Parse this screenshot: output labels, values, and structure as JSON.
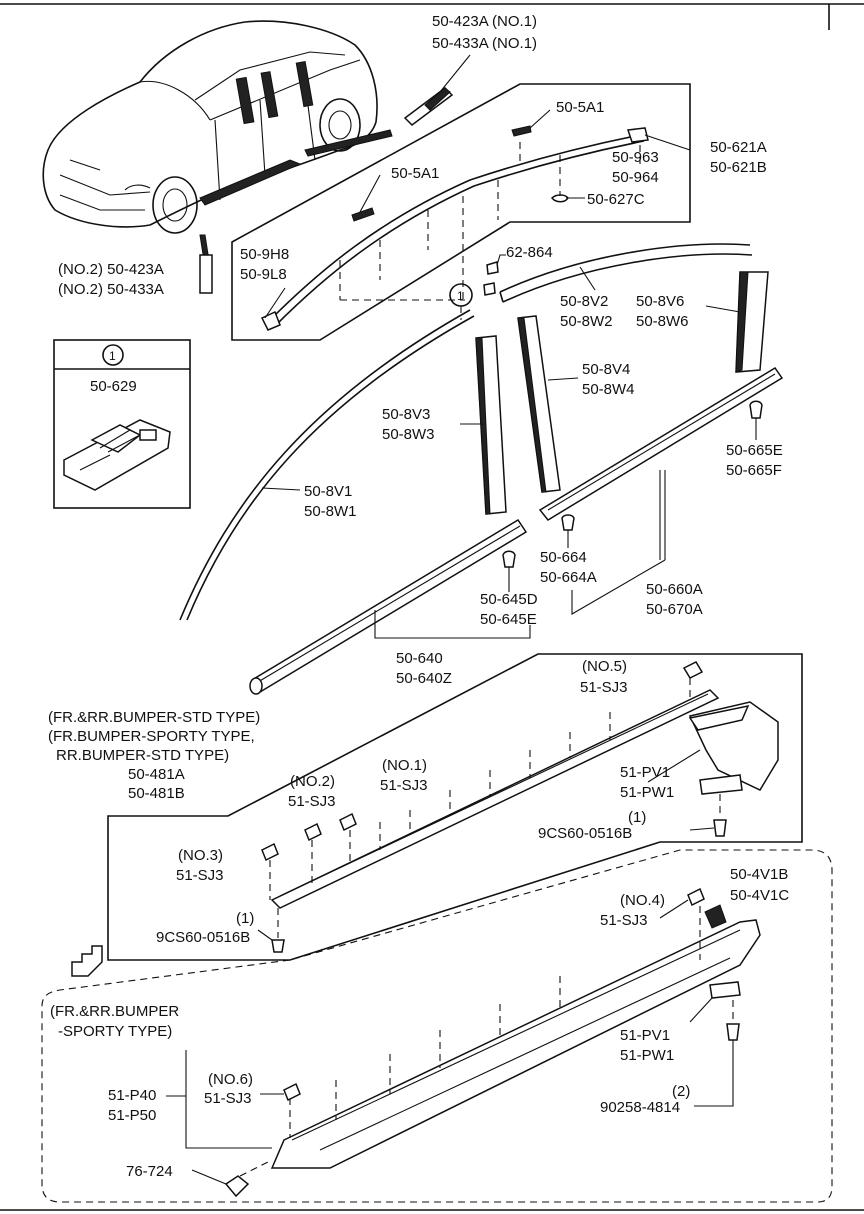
{
  "labels": {
    "p50_423A_433A_no1": [
      "50-423A (NO.1)",
      "50-433A (NO.1)"
    ],
    "p50_5A1_a": "50-5A1",
    "p50_5A1_b": "50-5A1",
    "p50_621": [
      "50-621A",
      "50-621B"
    ],
    "p50_963": [
      "50-963",
      "50-964"
    ],
    "p50_627C": "50-627C",
    "p50_9H8": [
      "50-9H8",
      "50-9L8"
    ],
    "p62_864": "62-864",
    "p50_423A_no2": [
      "(NO.2) 50-423A",
      "(NO.2) 50-433A"
    ],
    "circle1": "1",
    "inset_circle": "1",
    "inset_part": "50-629",
    "p50_8V2": [
      "50-8V2",
      "50-8W2"
    ],
    "p50_8V6": [
      "50-8V6",
      "50-8W6"
    ],
    "p50_8V4": [
      "50-8V4",
      "50-8W4"
    ],
    "p50_8V3": [
      "50-8V3",
      "50-8W3"
    ],
    "p50_665": [
      "50-665E",
      "50-665F"
    ],
    "p50_8V1": [
      "50-8V1",
      "50-8W1"
    ],
    "p50_664": [
      "50-664",
      "50-664A"
    ],
    "p50_660": [
      "50-660A",
      "50-670A"
    ],
    "p50_645": [
      "50-645D",
      "50-645E"
    ],
    "p50_640": [
      "50-640",
      "50-640Z"
    ],
    "std_note": [
      "(FR.&RR.BUMPER-STD TYPE)",
      "(FR.BUMPER-SPORTY TYPE,",
      "RR.BUMPER-STD TYPE)"
    ],
    "p50_481": [
      "50-481A",
      "50-481B"
    ],
    "no5_sj3": [
      "(NO.5)",
      "51-SJ3"
    ],
    "no1_sj3": [
      "(NO.1)",
      "51-SJ3"
    ],
    "no2_sj3": [
      "(NO.2)",
      "51-SJ3"
    ],
    "no3_sj3": [
      "(NO.3)",
      "51-SJ3"
    ],
    "pv1_a": [
      "51-PV1",
      "51-PW1"
    ],
    "bolt_1a": [
      "(1)",
      "9CS60-0516B"
    ],
    "bolt_1b": [
      "(1)",
      "9CS60-0516B"
    ],
    "p50_4V1": [
      "50-4V1B",
      "50-4V1C"
    ],
    "no4_sj3": [
      "(NO.4)",
      "51-SJ3"
    ],
    "sporty_note": [
      "(FR.&RR.BUMPER",
      "-SPORTY TYPE)"
    ],
    "pv1_b": [
      "51-PV1",
      "51-PW1"
    ],
    "p51_P40": [
      "51-P40",
      "51-P50"
    ],
    "no6_sj3": [
      "(NO.6)",
      "51-SJ3"
    ],
    "p90258": [
      "(2)",
      "90258-4814"
    ],
    "p76_724": "76-724"
  }
}
